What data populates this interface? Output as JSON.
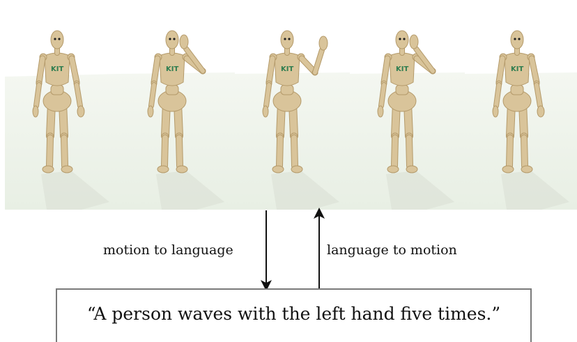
{
  "frames": [
    {
      "pose": "rest",
      "logo": "KIT"
    },
    {
      "pose": "wave-near-head",
      "logo": "KIT"
    },
    {
      "pose": "wave-raised",
      "logo": "KIT"
    },
    {
      "pose": "wave-near-head",
      "logo": "KIT"
    },
    {
      "pose": "rest",
      "logo": "KIT"
    }
  ],
  "arrows": {
    "motion_to_language": "motion to language",
    "language_to_motion": "language to motion"
  },
  "caption": "“A person waves with the left hand five times.”",
  "colors": {
    "wood": "#d9c49a",
    "wood_shadow": "#b49a6a",
    "floor": "#e8efe4",
    "sky": "#ffffff",
    "box_border": "#7a7a7a",
    "logo_green": "#2e7d4f"
  }
}
